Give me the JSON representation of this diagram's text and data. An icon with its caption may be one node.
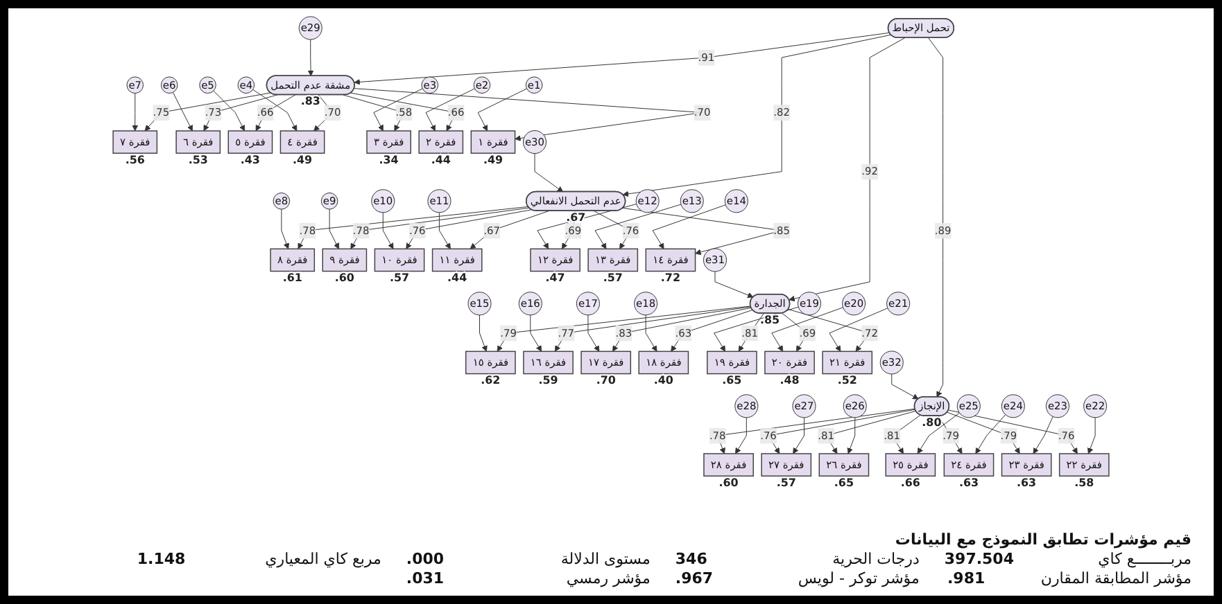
{
  "diagram": {
    "nodes": [
      {
        "text": [
          "e7"
        ]
      },
      {
        "text": [
          "e6"
        ]
      },
      {
        "text": [
          "e5"
        ]
      },
      {
        "text": [
          "e4"
        ]
      },
      {
        "text": [
          "e3"
        ]
      },
      {
        "text": [
          "e2"
        ]
      },
      {
        "text": [
          "e1"
        ]
      },
      {
        "text": [
          "فقرة ٧"
        ],
        "beside": [
          ".56"
        ]
      },
      {
        "text": [
          "فقرة ٦"
        ],
        "beside": [
          ".53"
        ]
      },
      {
        "text": [
          "فقرة ٥"
        ],
        "beside": [
          ".43"
        ]
      },
      {
        "text": [
          "فقرة ٤"
        ],
        "beside": [
          ".49"
        ]
      },
      {
        "text": [
          "فقرة ٣"
        ],
        "beside": [
          ".34"
        ]
      },
      {
        "text": [
          "فقرة ٢"
        ],
        "beside": [
          ".44"
        ]
      },
      {
        "text": [
          "فقرة ١"
        ],
        "beside": [
          ".49"
        ]
      },
      {
        "text": [
          "مشقة عدم التحمل"
        ],
        "beside": [
          ".83"
        ]
      },
      {
        "text": [
          "e29"
        ]
      },
      {
        "text": [
          "e15"
        ]
      },
      {
        "text": [
          "فقرة ١٥"
        ],
        "beside": [
          ".62"
        ]
      },
      {
        "text": [
          "e16"
        ]
      },
      {
        "text": [
          "فقرة ١٦"
        ],
        "beside": [
          ".59"
        ]
      },
      {
        "text": [
          "e17"
        ]
      },
      {
        "text": [
          "فقرة ١٧"
        ],
        "beside": [
          ".70"
        ]
      },
      {
        "text": [
          "e18"
        ]
      },
      {
        "text": [
          "فقرة ١٨"
        ],
        "beside": [
          ".40"
        ]
      },
      {
        "text": [
          "e19"
        ]
      },
      {
        "text": [
          "فقرة ١٩"
        ],
        "beside": [
          ".65"
        ]
      },
      {
        "text": [
          "e20"
        ]
      },
      {
        "text": [
          "فقرة ٢٠"
        ],
        "beside": [
          ".48"
        ]
      },
      {
        "text": [
          "e21"
        ]
      },
      {
        "text": [
          "فقرة ٢١"
        ],
        "beside": [
          ".52"
        ]
      },
      {
        "text": [
          "فقرة ٨"
        ],
        "beside": [
          ".61"
        ]
      },
      {
        "text": [
          "e8"
        ]
      },
      {
        "text": [
          "فقرة ٩"
        ],
        "beside": [
          ".60"
        ]
      },
      {
        "text": [
          "e9"
        ]
      },
      {
        "text": [
          "فقرة ١٠"
        ],
        "beside": [
          ".57"
        ]
      },
      {
        "text": [
          "e10"
        ]
      },
      {
        "text": [
          "فقرة ١١"
        ],
        "beside": [
          ".44"
        ]
      },
      {
        "text": [
          "e11"
        ]
      },
      {
        "text": [
          "فقرة ١٢"
        ],
        "beside": [
          ".47"
        ]
      },
      {
        "text": [
          "e12"
        ]
      },
      {
        "text": [
          "فقرة ١٣"
        ],
        "beside": [
          ".57"
        ]
      },
      {
        "text": [
          "e13"
        ]
      },
      {
        "text": [
          "فقرة ١٤"
        ],
        "beside": [
          ".72"
        ]
      },
      {
        "text": [
          "e14"
        ]
      },
      {
        "text": [
          "e31"
        ]
      },
      {
        "text": [
          "الجدارة"
        ],
        "beside": [
          ".85"
        ]
      },
      {
        "text": [
          "تحمل الإحباط"
        ]
      },
      {
        "text": [
          "e30"
        ]
      },
      {
        "text": [
          "عدم التحمل الانفعالي"
        ],
        "beside": [
          ".67"
        ]
      },
      {
        "text": [
          "e32"
        ]
      },
      {
        "text": [
          "الإنجاز"
        ],
        "beside": [
          ".80"
        ]
      },
      {
        "text": [
          "فقرة ٢٨"
        ],
        "beside": [
          ".60"
        ]
      },
      {
        "text": [
          "فقرة ٢٧"
        ],
        "beside": [
          ".57"
        ]
      },
      {
        "text": [
          "فقرة ٢٦"
        ],
        "beside": [
          ".65"
        ]
      },
      {
        "text": [
          "فقرة ٢٥"
        ],
        "beside": [
          ".66"
        ]
      },
      {
        "text": [
          "فقرة ٢٤"
        ],
        "beside": [
          ".63"
        ]
      },
      {
        "text": [
          "فقرة ٢٣"
        ],
        "beside": [
          ".63"
        ]
      },
      {
        "text": [
          "فقرة ٢٢"
        ],
        "beside": [
          ".58"
        ]
      },
      {
        "text": [
          "e28"
        ]
      },
      {
        "text": [
          "e27"
        ]
      },
      {
        "text": [
          "e26"
        ]
      },
      {
        "text": [
          "e25"
        ]
      },
      {
        "text": [
          "e24"
        ]
      },
      {
        "text": [
          "e23"
        ]
      },
      {
        "text": [
          "e22"
        ]
      }
    ],
    "edges": [
      {
        "from": 0,
        "to": 7,
        "arrow": "to"
      },
      {
        "from": 1,
        "to": 8,
        "arrow": "to"
      },
      {
        "from": 2,
        "to": 9,
        "arrow": "to"
      },
      {
        "from": 3,
        "to": 10,
        "arrow": "to"
      },
      {
        "from": 4,
        "to": 11,
        "arrow": "to"
      },
      {
        "from": 5,
        "to": 12,
        "arrow": "to"
      },
      {
        "from": 6,
        "to": 13,
        "arrow": "to"
      },
      {
        "from": 14,
        "to": 7,
        "arrow": "to",
        "label": ".75"
      },
      {
        "from": 14,
        "to": 8,
        "arrow": "to",
        "label": ".73"
      },
      {
        "from": 14,
        "to": 9,
        "arrow": "to",
        "label": ".66"
      },
      {
        "from": 14,
        "to": 10,
        "arrow": "to",
        "label": ".70"
      },
      {
        "from": 14,
        "to": 11,
        "arrow": "to",
        "label": ".58"
      },
      {
        "from": 14,
        "to": 12,
        "arrow": "to",
        "label": ".66"
      },
      {
        "from": 14,
        "to": 13,
        "arrow": "to",
        "label": ".70"
      },
      {
        "from": 15,
        "to": 14,
        "arrow": "to"
      },
      {
        "from": 16,
        "to": 17,
        "arrow": "to"
      },
      {
        "from": 18,
        "to": 19,
        "arrow": "to"
      },
      {
        "from": 20,
        "to": 21,
        "arrow": "to"
      },
      {
        "from": 22,
        "to": 23,
        "arrow": "to"
      },
      {
        "from": 24,
        "to": 25,
        "arrow": "to"
      },
      {
        "from": 26,
        "to": 27,
        "arrow": "to"
      },
      {
        "from": 28,
        "to": 29,
        "arrow": "to"
      },
      {
        "from": 45,
        "to": 17,
        "arrow": "to",
        "label": ".79"
      },
      {
        "from": 45,
        "to": 19,
        "arrow": "to",
        "label": ".77"
      },
      {
        "from": 45,
        "to": 21,
        "arrow": "to",
        "label": ".83"
      },
      {
        "from": 45,
        "to": 23,
        "arrow": "to",
        "label": ".63"
      },
      {
        "from": 45,
        "to": 25,
        "arrow": "to",
        "label": ".81"
      },
      {
        "from": 45,
        "to": 27,
        "arrow": "to",
        "label": ".69"
      },
      {
        "from": 45,
        "to": 29,
        "arrow": "to",
        "label": ".72"
      },
      {
        "from": 31,
        "to": 30,
        "arrow": "to"
      },
      {
        "from": 33,
        "to": 32,
        "arrow": "to"
      },
      {
        "from": 35,
        "to": 34,
        "arrow": "to"
      },
      {
        "from": 37,
        "to": 36,
        "arrow": "to"
      },
      {
        "from": 39,
        "to": 38,
        "arrow": "to"
      },
      {
        "from": 41,
        "to": 40,
        "arrow": "to"
      },
      {
        "from": 43,
        "to": 42,
        "arrow": "to"
      },
      {
        "from": 48,
        "to": 30,
        "arrow": "to",
        "label": ".78"
      },
      {
        "from": 48,
        "to": 32,
        "arrow": "to",
        "label": ".78"
      },
      {
        "from": 48,
        "to": 34,
        "arrow": "to",
        "label": ".76"
      },
      {
        "from": 48,
        "to": 36,
        "arrow": "to",
        "label": ".67"
      },
      {
        "from": 48,
        "to": 38,
        "arrow": "to",
        "label": ".69"
      },
      {
        "from": 48,
        "to": 40,
        "arrow": "to",
        "label": ".76"
      },
      {
        "from": 48,
        "to": 42,
        "arrow": "to",
        "label": ".85"
      },
      {
        "from": 44,
        "to": 45,
        "arrow": "to"
      },
      {
        "from": 46,
        "to": 45,
        "arrow": "to",
        "label": ".92"
      },
      {
        "from": 46,
        "to": 14,
        "arrow": "to",
        "label": ".91"
      },
      {
        "from": 47,
        "to": 48,
        "arrow": "to"
      },
      {
        "from": 46,
        "to": 48,
        "arrow": "to",
        "label": ".82"
      },
      {
        "from": 49,
        "to": 50,
        "arrow": "to"
      },
      {
        "from": 46,
        "to": 50,
        "arrow": "to",
        "label": ".89"
      },
      {
        "from": 50,
        "to": 51,
        "arrow": "to",
        "label": ".78"
      },
      {
        "from": 50,
        "to": 52,
        "arrow": "to",
        "label": ".76"
      },
      {
        "from": 50,
        "to": 53,
        "arrow": "to",
        "label": ".81"
      },
      {
        "from": 50,
        "to": 54,
        "arrow": "to",
        "label": ".81"
      },
      {
        "from": 50,
        "to": 55,
        "arrow": "to",
        "label": ".79"
      },
      {
        "from": 50,
        "to": 56,
        "arrow": "to",
        "label": ".79"
      },
      {
        "from": 50,
        "to": 57,
        "arrow": "to",
        "label": ".76"
      },
      {
        "from": 58,
        "to": 51,
        "arrow": "to"
      },
      {
        "from": 59,
        "to": 52,
        "arrow": "to"
      },
      {
        "from": 60,
        "to": 53,
        "arrow": "to"
      },
      {
        "from": 61,
        "to": 54,
        "arrow": "to"
      },
      {
        "from": 62,
        "to": 55,
        "arrow": "to"
      },
      {
        "from": 63,
        "to": 56,
        "arrow": "to"
      },
      {
        "from": 64,
        "to": 57,
        "arrow": "to"
      }
    ],
    "labels": [
      "قيم مؤشرات تطابق النموذج مع البيانات",
      "مربــــــــع كاي",
      "397.504",
      "درجات الحرية",
      "346",
      "مستوى الدلالة",
      ".000",
      "مربع كاي المعياري",
      "1.148",
      "مؤشر المطابقة المقارن",
      ".981",
      "مؤشر توكر - لويس",
      ".967",
      "مؤشر رمسي",
      ".031"
    ]
  }
}
